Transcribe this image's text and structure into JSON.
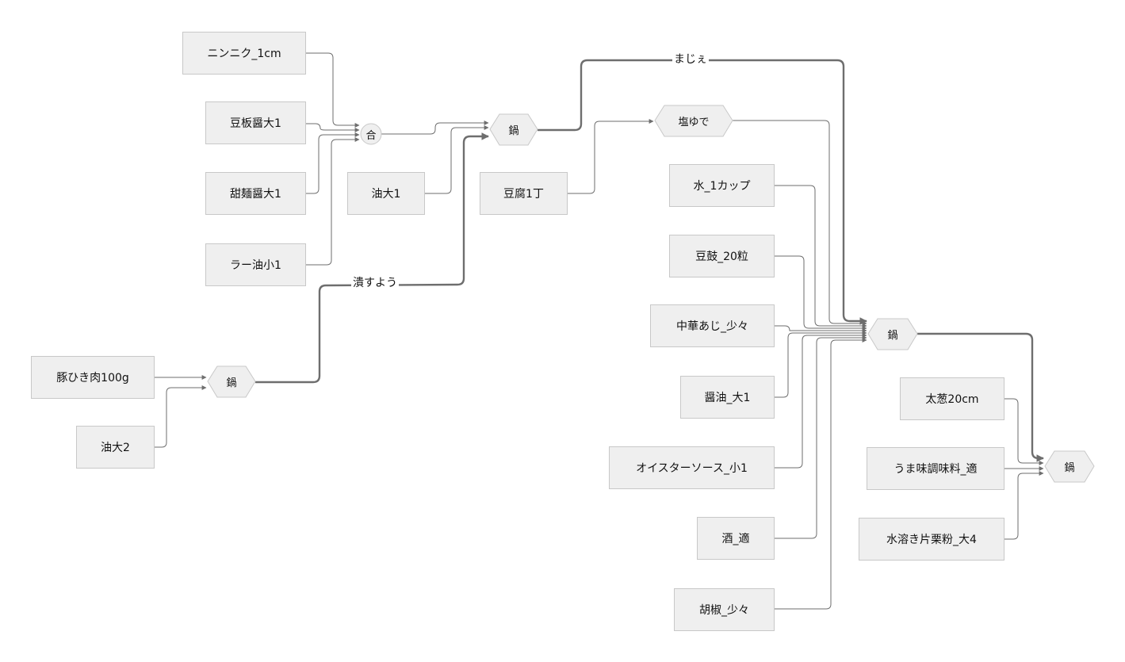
{
  "nodes": {
    "ninniku": "ニンニク_1cm",
    "toubanjan": "豆板醤大1",
    "tenmenjan": "甜麺醤大1",
    "rayu": "ラー油小1",
    "abura1": "油大1",
    "tofu": "豆腐1丁",
    "buta": "豚ひき肉100g",
    "abura2": "油大2",
    "mizu": "水_1カップ",
    "toushi": "豆鼓_20粒",
    "chuka": "中華あじ_少々",
    "shoyu": "醤油_大1",
    "oyster": "オイスターソース_小1",
    "sake": "酒_適",
    "kosho": "胡椒_少々",
    "negi": "太葱20cm",
    "umami": "うま味調味料_適",
    "katakuri": "水溶き片栗粉_大4",
    "go": "合",
    "nabe1": "鍋",
    "shio": "塩ゆで",
    "nabe2": "鍋",
    "nabe3": "鍋",
    "nabe4": "鍋"
  },
  "edge_labels": {
    "majie": "まじぇ",
    "tsubusu": "潰すよう"
  },
  "colors": {
    "node_fill": "#efefef",
    "node_border": "#c8c8c8",
    "edge": "#6e6e6e"
  }
}
